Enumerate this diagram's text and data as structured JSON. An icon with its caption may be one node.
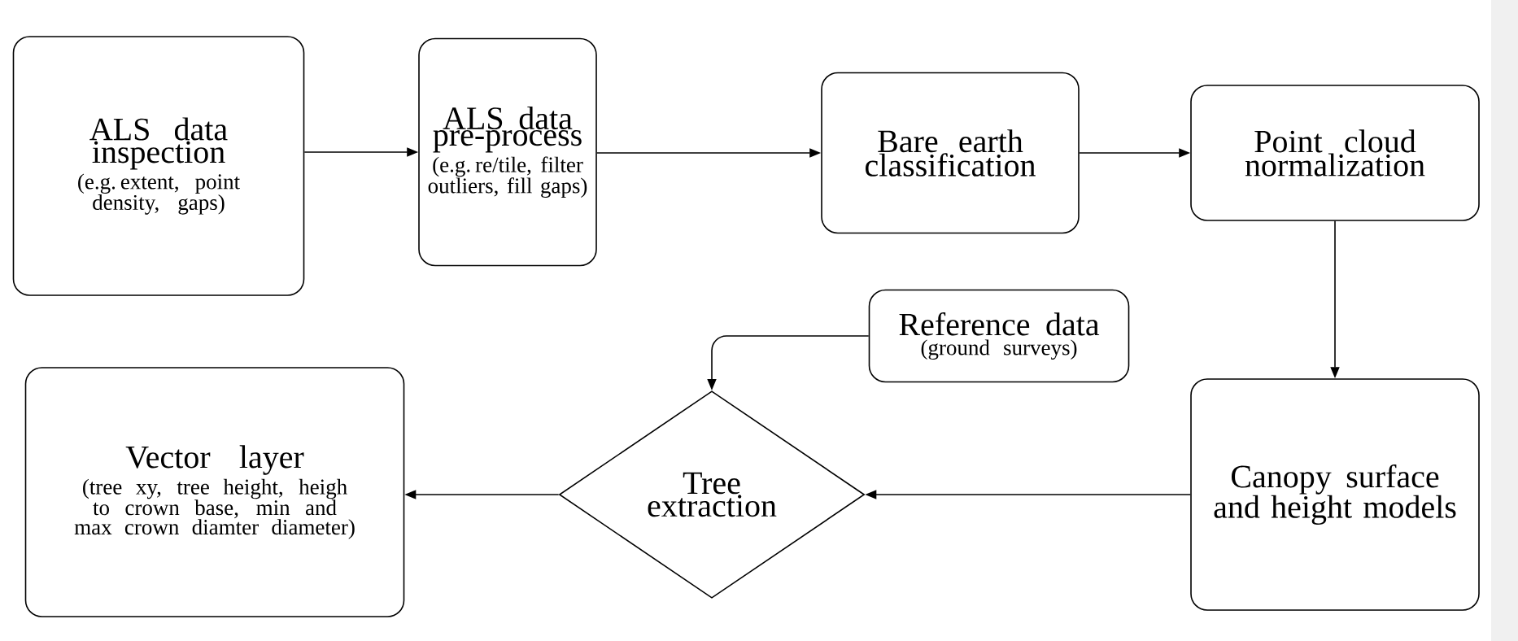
{
  "diagram": {
    "nodes": [
      {
        "text": [
          "ALS data inspection",
          "(e.g. extent, point density, gaps)"
        ]
      },
      {
        "text": [
          "ALS data pre-process",
          "(e.g. re/tile, filter outliers, fill gaps)"
        ]
      },
      {
        "text": [
          "Bare earth classification"
        ]
      },
      {
        "text": [
          "Point cloud normalization"
        ]
      },
      {
        "text": [
          "Reference data",
          "(ground surveys)"
        ]
      },
      {
        "text": [
          "Vector layer",
          "(tree xy, tree height, heigh to crown base, min and max crown diamter diameter)"
        ]
      },
      {
        "text": [
          "Tree extraction"
        ]
      },
      {
        "text": [
          "Canopy surface and height models"
        ]
      }
    ],
    "edges": [
      {
        "from": 0,
        "to": 1,
        "arrow": "to"
      },
      {
        "from": 1,
        "to": 2,
        "arrow": "to"
      },
      {
        "from": 2,
        "to": 3,
        "arrow": "to"
      },
      {
        "from": 3,
        "to": 7,
        "arrow": "to"
      },
      {
        "from": 7,
        "to": 6,
        "arrow": "to"
      },
      {
        "from": 6,
        "to": 5,
        "arrow": "to"
      },
      {
        "from": 4,
        "to": 6,
        "arrow": "to"
      }
    ]
  }
}
